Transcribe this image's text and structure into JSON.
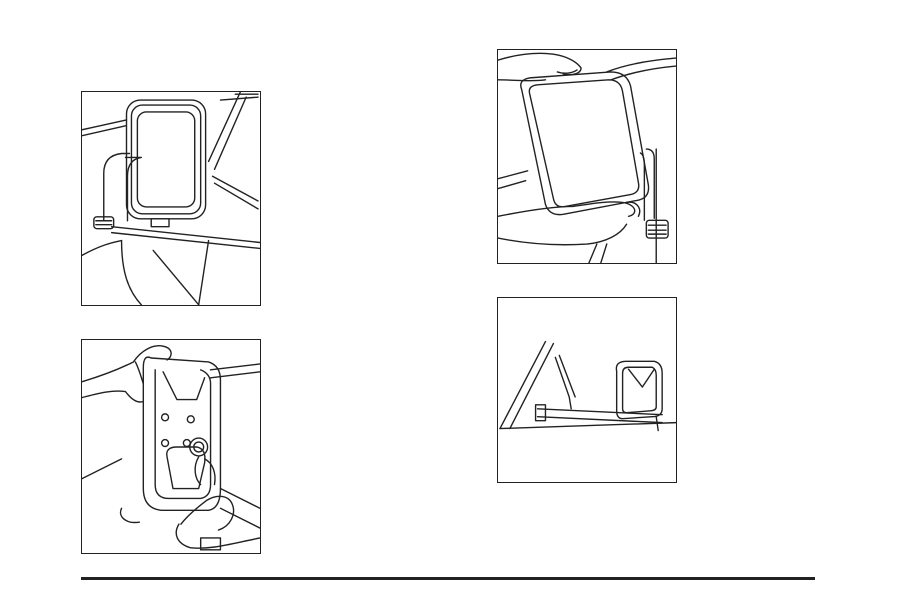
{
  "page": {
    "figures": [
      {
        "id": "fig-1",
        "subject": "mirror-upright"
      },
      {
        "id": "fig-2",
        "subject": "mirror-back-adjust"
      },
      {
        "id": "fig-3",
        "subject": "mirror-tilt-hands"
      },
      {
        "id": "fig-4",
        "subject": "mirror-folded"
      }
    ],
    "colors": {
      "line": "#222222",
      "background": "#ffffff"
    }
  }
}
